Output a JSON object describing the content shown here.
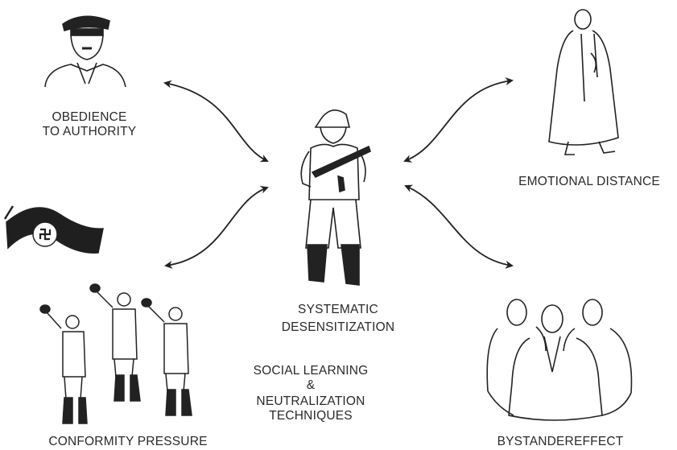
{
  "labels": {
    "obedience_line1": "OBEDIENCE",
    "obedience_line2": "TO AUTHORITY",
    "emotional_distance": "EMOTIONAL DISTANCE",
    "systematic_line1": "SYSTEMATIC",
    "systematic_line2": "DESENSITIZATION",
    "social_line1": "SOCIAL LEARNING",
    "social_line2": "&",
    "social_line3": "NEUTRALIZATION",
    "social_line4": "TECHNIQUES",
    "conformity_pressure": "CONFORMITY PRESSURE",
    "bystander_effect": "BYSTANDEREFFECT"
  },
  "colors": {
    "ink": "#222222",
    "fill": "#ffffff"
  },
  "icons": [
    "officer-portrait-icon",
    "coat-figure-icon",
    "soldier-with-gun-icon",
    "flag-icon",
    "saluting-soldiers-icon",
    "group-of-people-icon"
  ]
}
